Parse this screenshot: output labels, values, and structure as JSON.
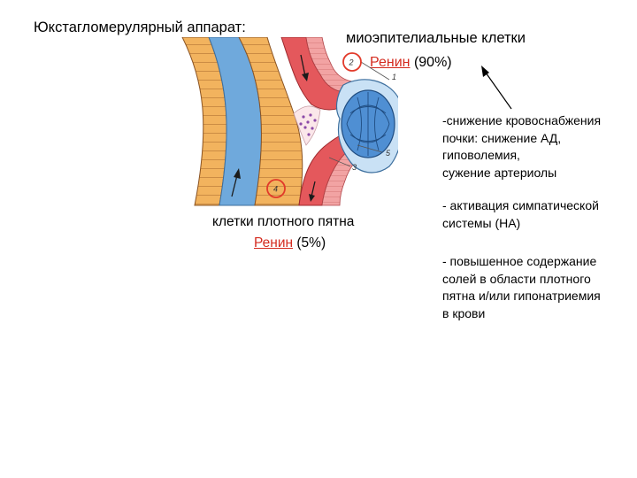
{
  "title": "Юкстагломерулярный аппарат:",
  "myoepithelial": {
    "label": "миоэпителиальные клетки",
    "renin_word": "Ренин",
    "renin_share": "(90%)"
  },
  "macula_densa": {
    "label": "клетки плотного пятна",
    "renin_word": "Ренин",
    "renin_share": "(5%)"
  },
  "stimuli": [
    "-снижение кровоснабжения\nпочки: снижение АД,\nгиповолемия,\nсужение артериолы",
    "- активация симпатической\nсистемы (НА)",
    "- повышенное содержание\nсолей в области плотного\nпятна и/или гипонатриемия\nв крови"
  ],
  "figure_numbers": [
    "1",
    "2",
    "3",
    "4",
    "5"
  ],
  "colors": {
    "renin_text": "#d42a1e",
    "tubule_cells": "#f2b35e",
    "tubule_lumen": "#6fa9dc",
    "arteriole": "#e4585c",
    "glomerulus": "#4f8fd3",
    "callout_circle": "#e23a2a"
  }
}
